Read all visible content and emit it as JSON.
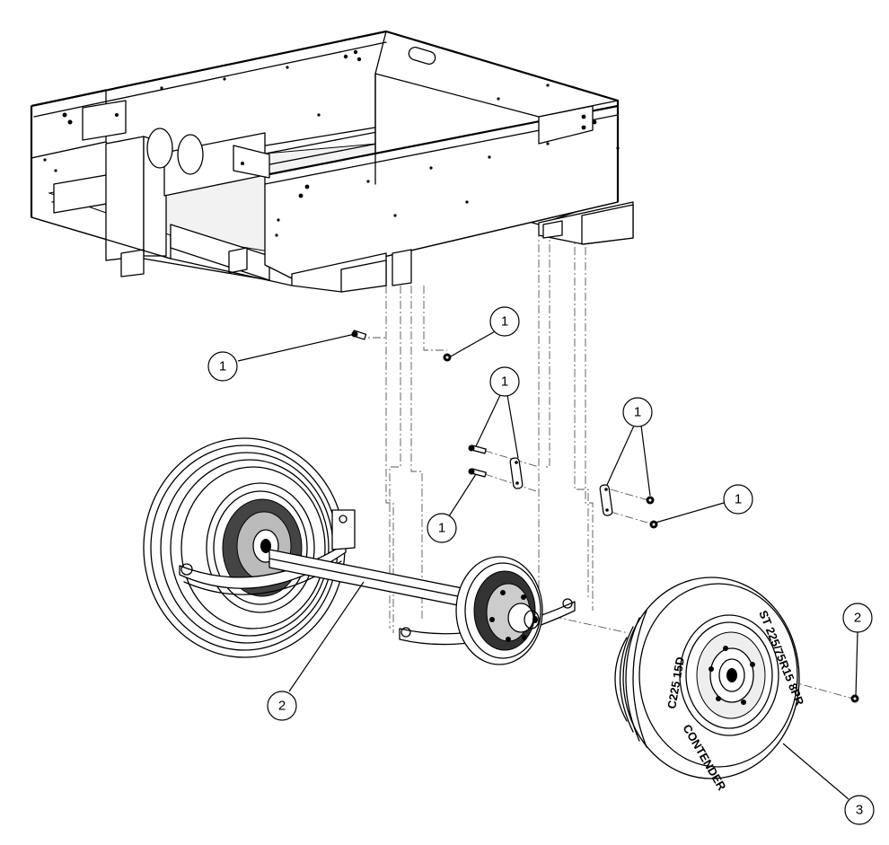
{
  "callouts": [
    {
      "id": "c1",
      "label": "1"
    },
    {
      "id": "c2",
      "label": "1"
    },
    {
      "id": "c3",
      "label": "1"
    },
    {
      "id": "c4",
      "label": "1"
    },
    {
      "id": "c5",
      "label": "1"
    },
    {
      "id": "c6",
      "label": "1"
    },
    {
      "id": "c7",
      "label": "2"
    },
    {
      "id": "c8",
      "label": "2"
    },
    {
      "id": "c9",
      "label": "3"
    }
  ],
  "tire": {
    "brand": "CONTENDER",
    "load_range": "C225 15D",
    "size": "ST 225/75R15 8PR"
  }
}
